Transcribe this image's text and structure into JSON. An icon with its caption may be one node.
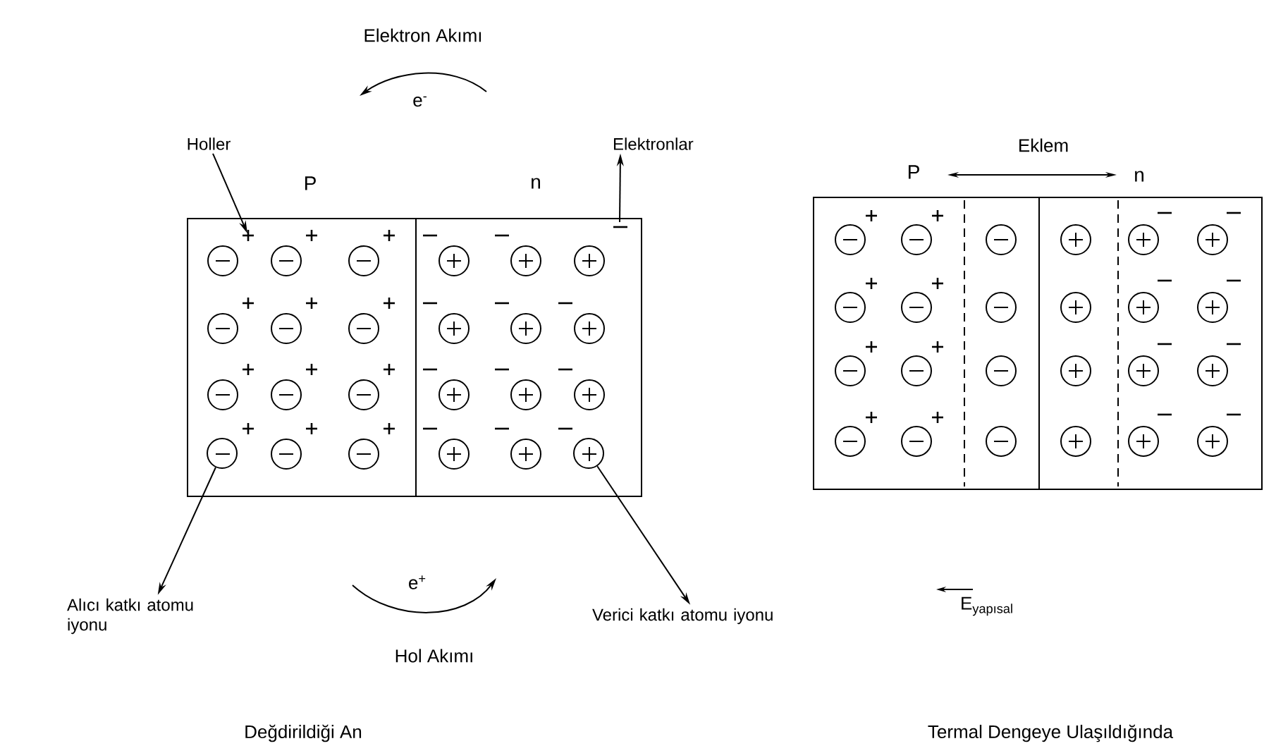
{
  "diagram": {
    "nodes": [
      {
        "text": [
          "P"
        ]
      },
      {
        "text": [
          "n"
        ]
      },
      {
        "text": [
          "Holler"
        ]
      },
      {
        "text": [
          "Elektronlar"
        ]
      },
      {
        "text": [
          "Alıcı katkı atomu iyonu"
        ]
      },
      {
        "text": [
          "Verici katkı atomu iyonu"
        ]
      },
      {
        "text": [],
        "shape": "circle",
        "in": 0
      },
      {
        "text": [],
        "shape": "circle",
        "in": 1
      },
      {
        "text": [
          "P"
        ]
      },
      {
        "text": [
          "n"
        ]
      }
    ],
    "edges": [
      {
        "from": 2,
        "to": 0,
        "arrow": "to"
      },
      {
        "from": 1,
        "to": 3,
        "arrow": "to"
      },
      {
        "from": 6,
        "to": 4,
        "arrow": "to"
      },
      {
        "from": 7,
        "to": 5,
        "arrow": "to"
      }
    ],
    "labels": [
      "Elektron Akımı",
      "e$^{-}$",
      "e$^{+}$",
      "Hol Akımı",
      "Eklem",
      "E$_{yapısal}$",
      "Değdirildiği An",
      "Termal Dengeye Ulaşıldığında"
    ]
  }
}
